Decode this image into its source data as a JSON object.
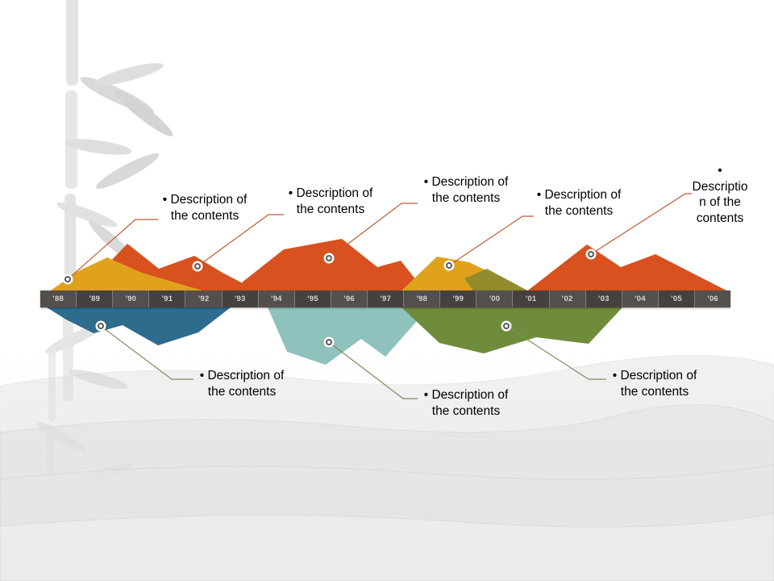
{
  "timeline": {
    "years": [
      "’88",
      "’89",
      "’90",
      "’91",
      "’92",
      "’93",
      "’94",
      "’95",
      "’96",
      "’97",
      "’98",
      "’99",
      "’00",
      "’01",
      "’02",
      "’03",
      "’04",
      "’05",
      "’06"
    ]
  },
  "callouts": {
    "top": [
      {
        "label": "• Description of the contents"
      },
      {
        "label": "• Description of the contents"
      },
      {
        "label": "• Description of the contents"
      },
      {
        "label": "• Description of the contents"
      },
      {
        "label": "• Description of the contents"
      }
    ],
    "bottom": [
      {
        "label": "• Description of the contents"
      },
      {
        "label": "• Description of the contents"
      },
      {
        "label": "• Description of the contents"
      }
    ]
  },
  "colors": {
    "orange": "#D8511F",
    "gold": "#E0A21B",
    "olive_accent": "#8A8A2F",
    "steel_blue": "#2E6C8E",
    "light_teal": "#8FC2BD",
    "olive_green": "#6F8C3C",
    "bar_dark": "#46413D",
    "bar_light": "#554F4B",
    "leader_top": "#B95C38",
    "leader_bottom": "#7E8F5C"
  }
}
